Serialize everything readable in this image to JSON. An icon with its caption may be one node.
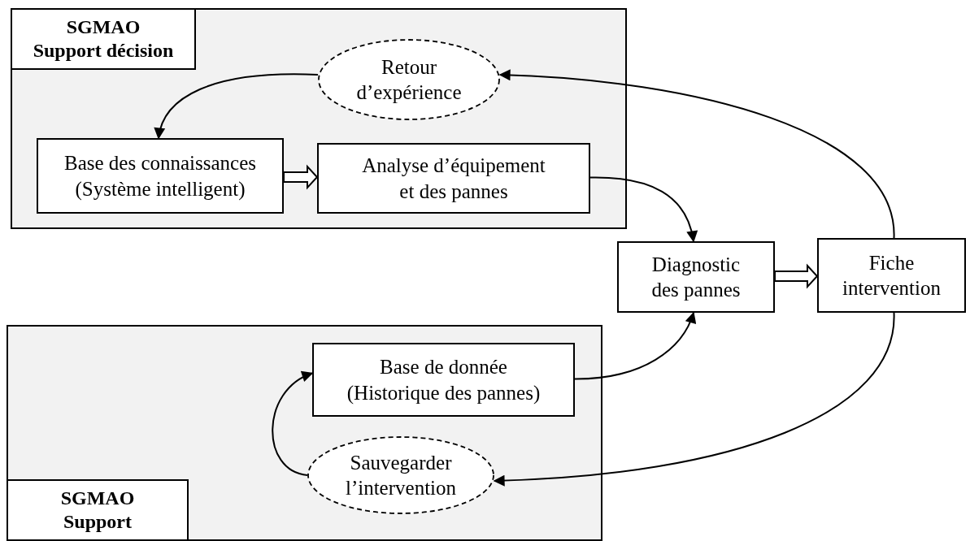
{
  "diagram": {
    "nodes": [
      {
        "text": [],
        "shape": "box"
      },
      {
        "text": [
          "SGMAO Support décision"
        ],
        "in": 0
      },
      {
        "text": [
          "Retour d’expérience"
        ],
        "in": 0
      },
      {
        "text": [
          "Base des connaissances (Système intelligent)"
        ],
        "in": 0
      },
      {
        "text": [
          "Analyse d’équipement et des pannes"
        ],
        "in": 0
      },
      {
        "text": [
          "Diagnostic des pannes"
        ]
      },
      {
        "text": [
          "Fiche intervention"
        ]
      },
      {
        "text": [],
        "shape": "box"
      },
      {
        "text": [
          "Base de donnée (Historique des pannes)"
        ],
        "in": 7
      },
      {
        "text": [
          "Sauvegarder l’intervention"
        ],
        "in": 7
      },
      {
        "text": [
          "SGMAO Support"
        ],
        "in": 7
      }
    ],
    "edges": [
      {
        "from": 2,
        "to": 3,
        "arrow": "to"
      },
      {
        "from": 3,
        "to": 4,
        "arrow": "to",
        "style": "thick"
      },
      {
        "from": 4,
        "to": 5,
        "arrow": "to"
      },
      {
        "from": 8,
        "to": 5,
        "arrow": "to"
      },
      {
        "from": 5,
        "to": 6,
        "arrow": "to",
        "style": "thick"
      },
      {
        "from": 6,
        "to": 2,
        "arrow": "to"
      },
      {
        "from": 6,
        "to": 9,
        "arrow": "to"
      },
      {
        "from": 9,
        "to": 8,
        "arrow": "to"
      }
    ]
  }
}
